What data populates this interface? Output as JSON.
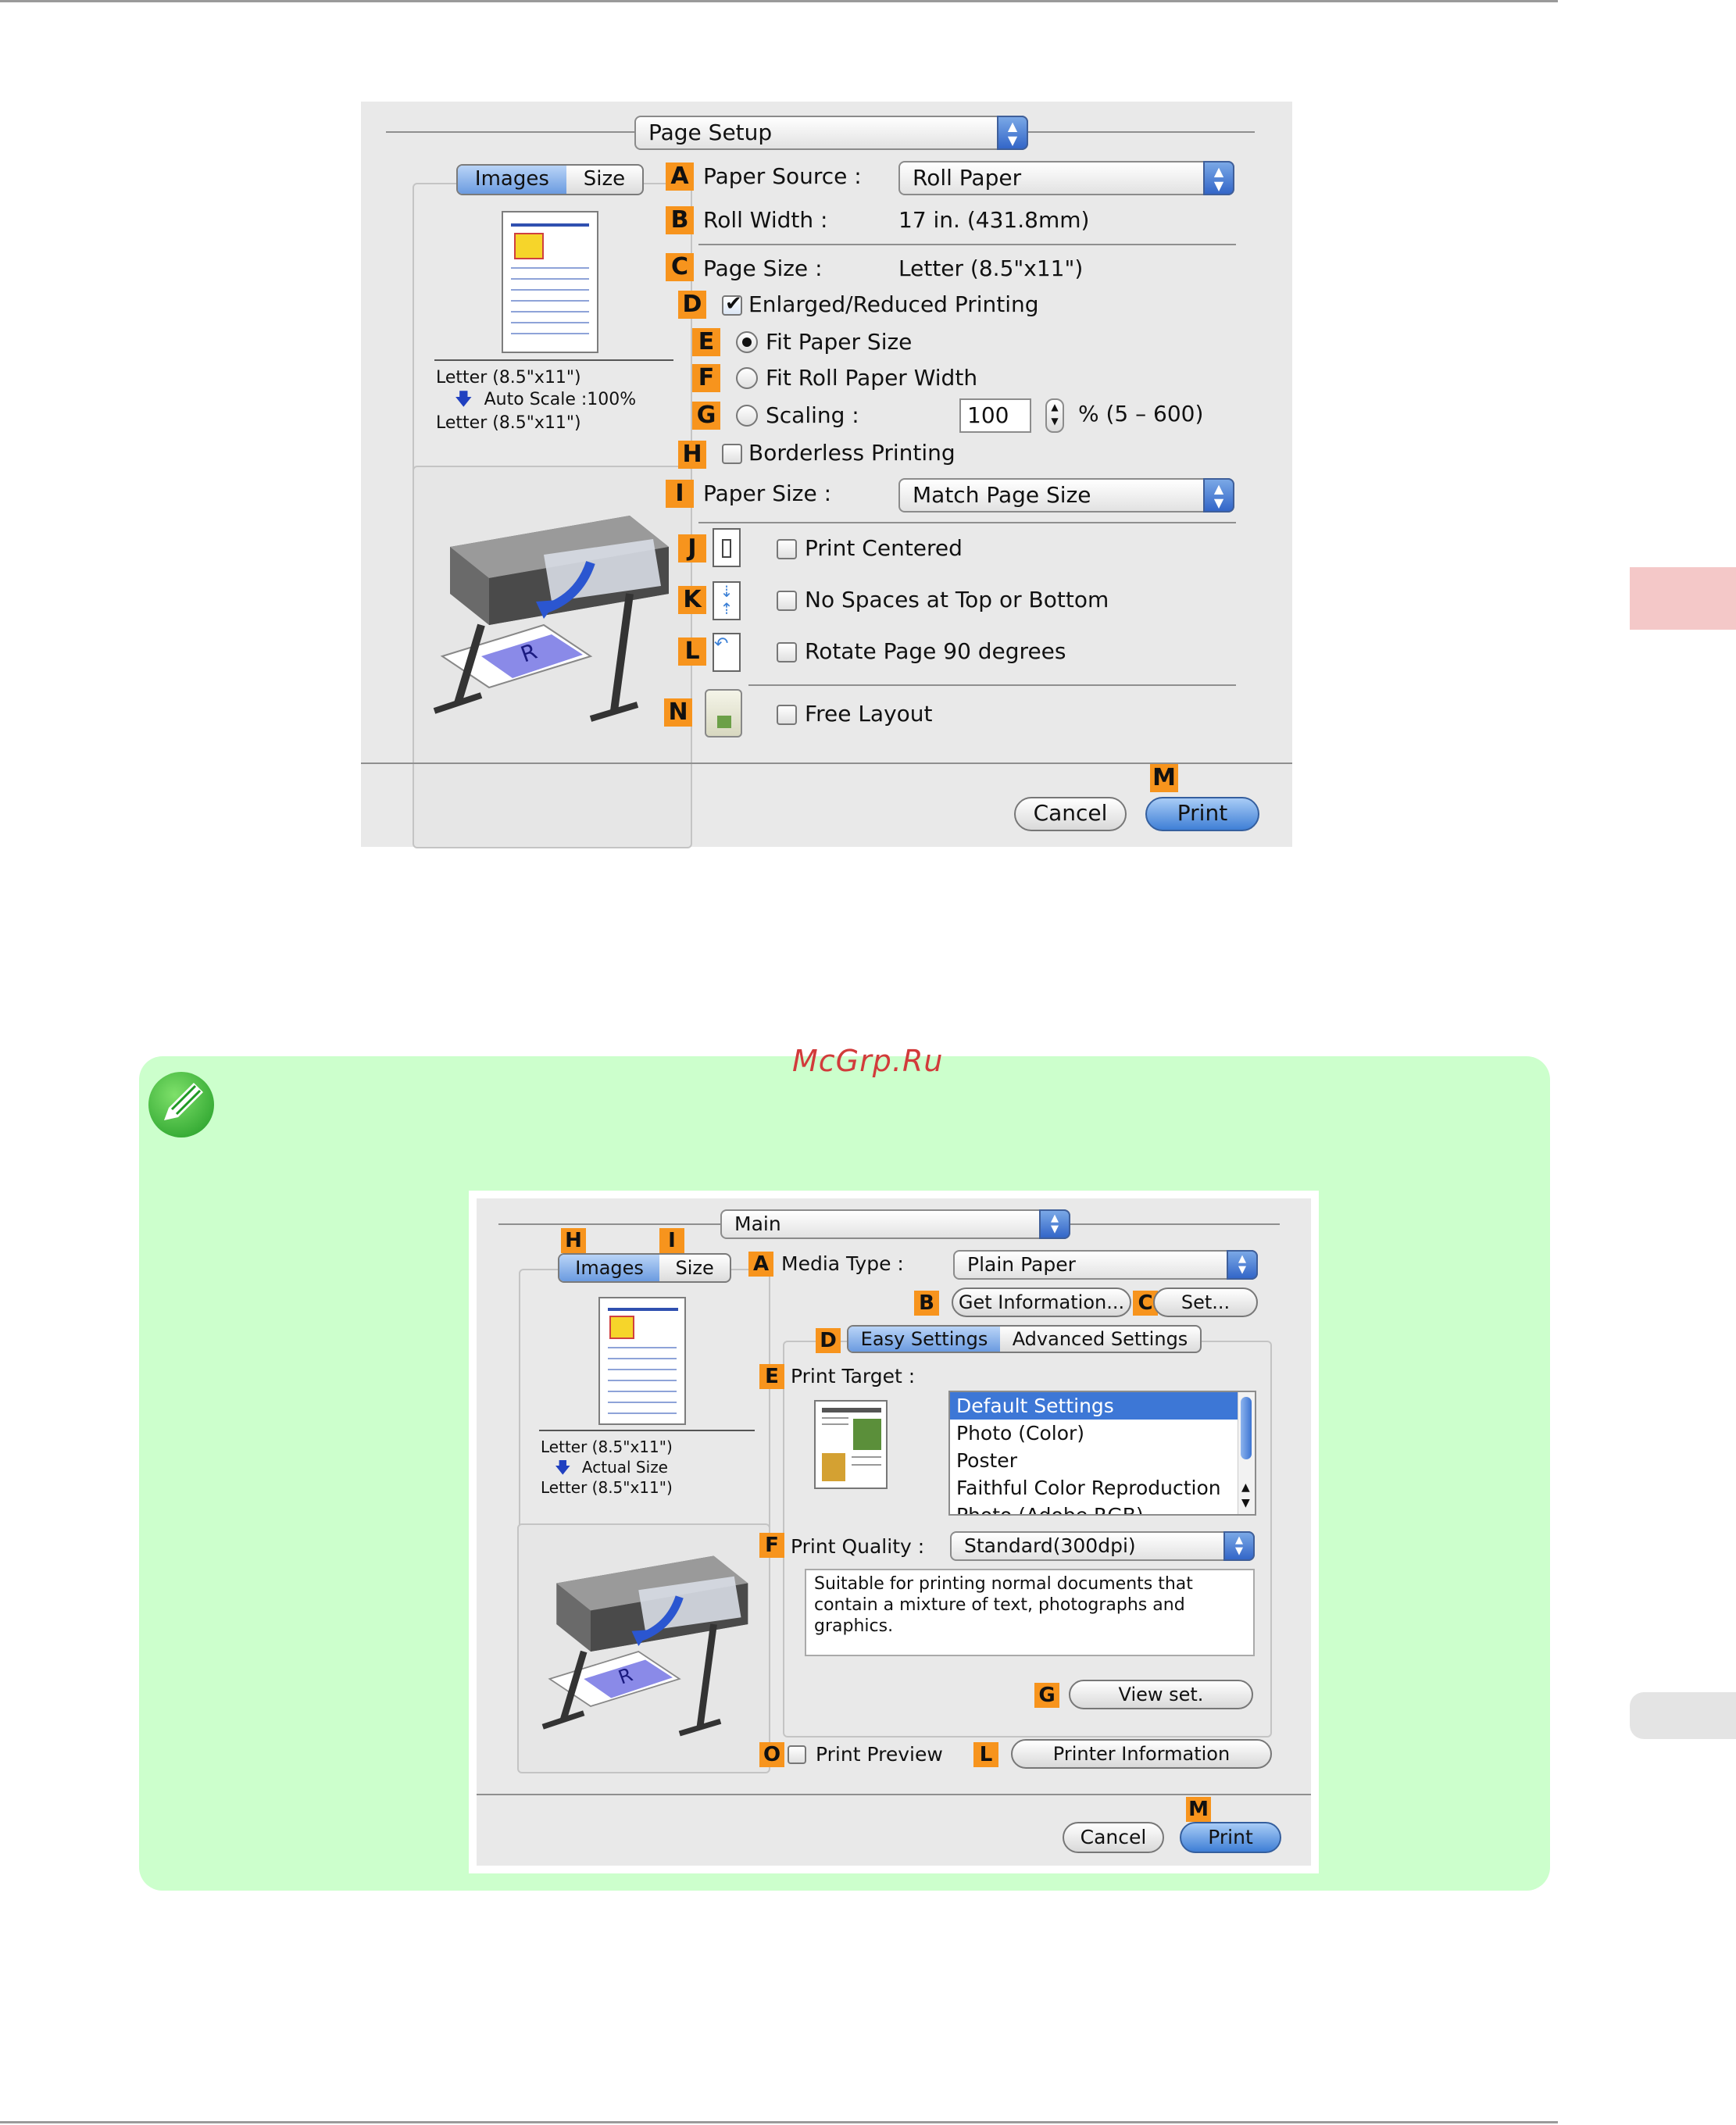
{
  "dialog1": {
    "panel_popup": "Page Setup",
    "tabs": [
      "Images",
      "Size"
    ],
    "preview": {
      "line1": "Letter (8.5\"x11\")",
      "line2": "Auto Scale :100%",
      "line3": "Letter (8.5\"x11\")"
    },
    "labels": {
      "A": "A",
      "B": "B",
      "C": "C",
      "D": "D",
      "E": "E",
      "F": "F",
      "G": "G",
      "H": "H",
      "I": "I",
      "J": "J",
      "K": "K",
      "L": "L",
      "N": "N",
      "M": "M"
    },
    "paper_source_label": "Paper Source :",
    "paper_source_value": "Roll Paper",
    "roll_width_label": "Roll Width :",
    "roll_width_value": "17 in. (431.8mm)",
    "page_size_label": "Page Size :",
    "page_size_value": "Letter (8.5\"x11\")",
    "enlarged_label": "Enlarged/Reduced Printing",
    "enlarged_checked": true,
    "fit_paper_label": "Fit Paper Size",
    "fit_roll_label": "Fit Roll Paper Width",
    "scaling_label": "Scaling :",
    "scaling_value": "100",
    "scaling_range": "% (5 – 600)",
    "borderless_label": "Borderless Printing",
    "paper_size_label": "Paper Size :",
    "paper_size_value": "Match Page Size",
    "print_centered_label": "Print Centered",
    "no_spaces_label": "No Spaces at Top or Bottom",
    "rotate_label": "Rotate Page 90 degrees",
    "free_layout_label": "Free Layout",
    "cancel_label": "Cancel",
    "print_label": "Print"
  },
  "watermark": "McGrp.Ru",
  "dialog2": {
    "panel_popup": "Main",
    "tabs": [
      "Images",
      "Size"
    ],
    "preview": {
      "line1": "Letter (8.5\"x11\")",
      "line2": "Actual Size",
      "line3": "Letter (8.5\"x11\")"
    },
    "labels": {
      "A": "A",
      "B": "B",
      "C": "C",
      "D": "D",
      "E": "E",
      "F": "F",
      "G": "G",
      "H": "H",
      "I": "I",
      "L": "L",
      "M": "M",
      "O": "O"
    },
    "media_type_label": "Media Type :",
    "media_type_value": "Plain Paper",
    "get_info_label": "Get Information...",
    "set_label": "Set...",
    "easy_settings_tab": "Easy Settings",
    "advanced_settings_tab": "Advanced Settings",
    "print_target_label": "Print Target :",
    "print_targets": [
      "Default Settings",
      "Photo (Color)",
      "Poster",
      "Faithful Color Reproduction",
      "Photo (Adobe RGB)"
    ],
    "print_quality_label": "Print Quality :",
    "print_quality_value": "Standard(300dpi)",
    "quality_description": "Suitable for printing normal documents that contain a mixture of text, photographs and graphics.",
    "view_set_label": "View set.",
    "print_preview_label": "Print Preview",
    "printer_info_label": "Printer Information",
    "cancel_label": "Cancel",
    "print_label": "Print"
  },
  "colors": {
    "label_orange": "#f7941d",
    "note_green": "#ccffcc",
    "selection_blue": "#3d77d6",
    "side_tab_pink": "#f4c8c8"
  },
  "icons": [
    "pencil-note-icon",
    "popup-arrows-icon",
    "print-centered-icon",
    "no-spaces-icon",
    "rotate-page-icon",
    "free-layout-icon",
    "printer-illustration"
  ]
}
